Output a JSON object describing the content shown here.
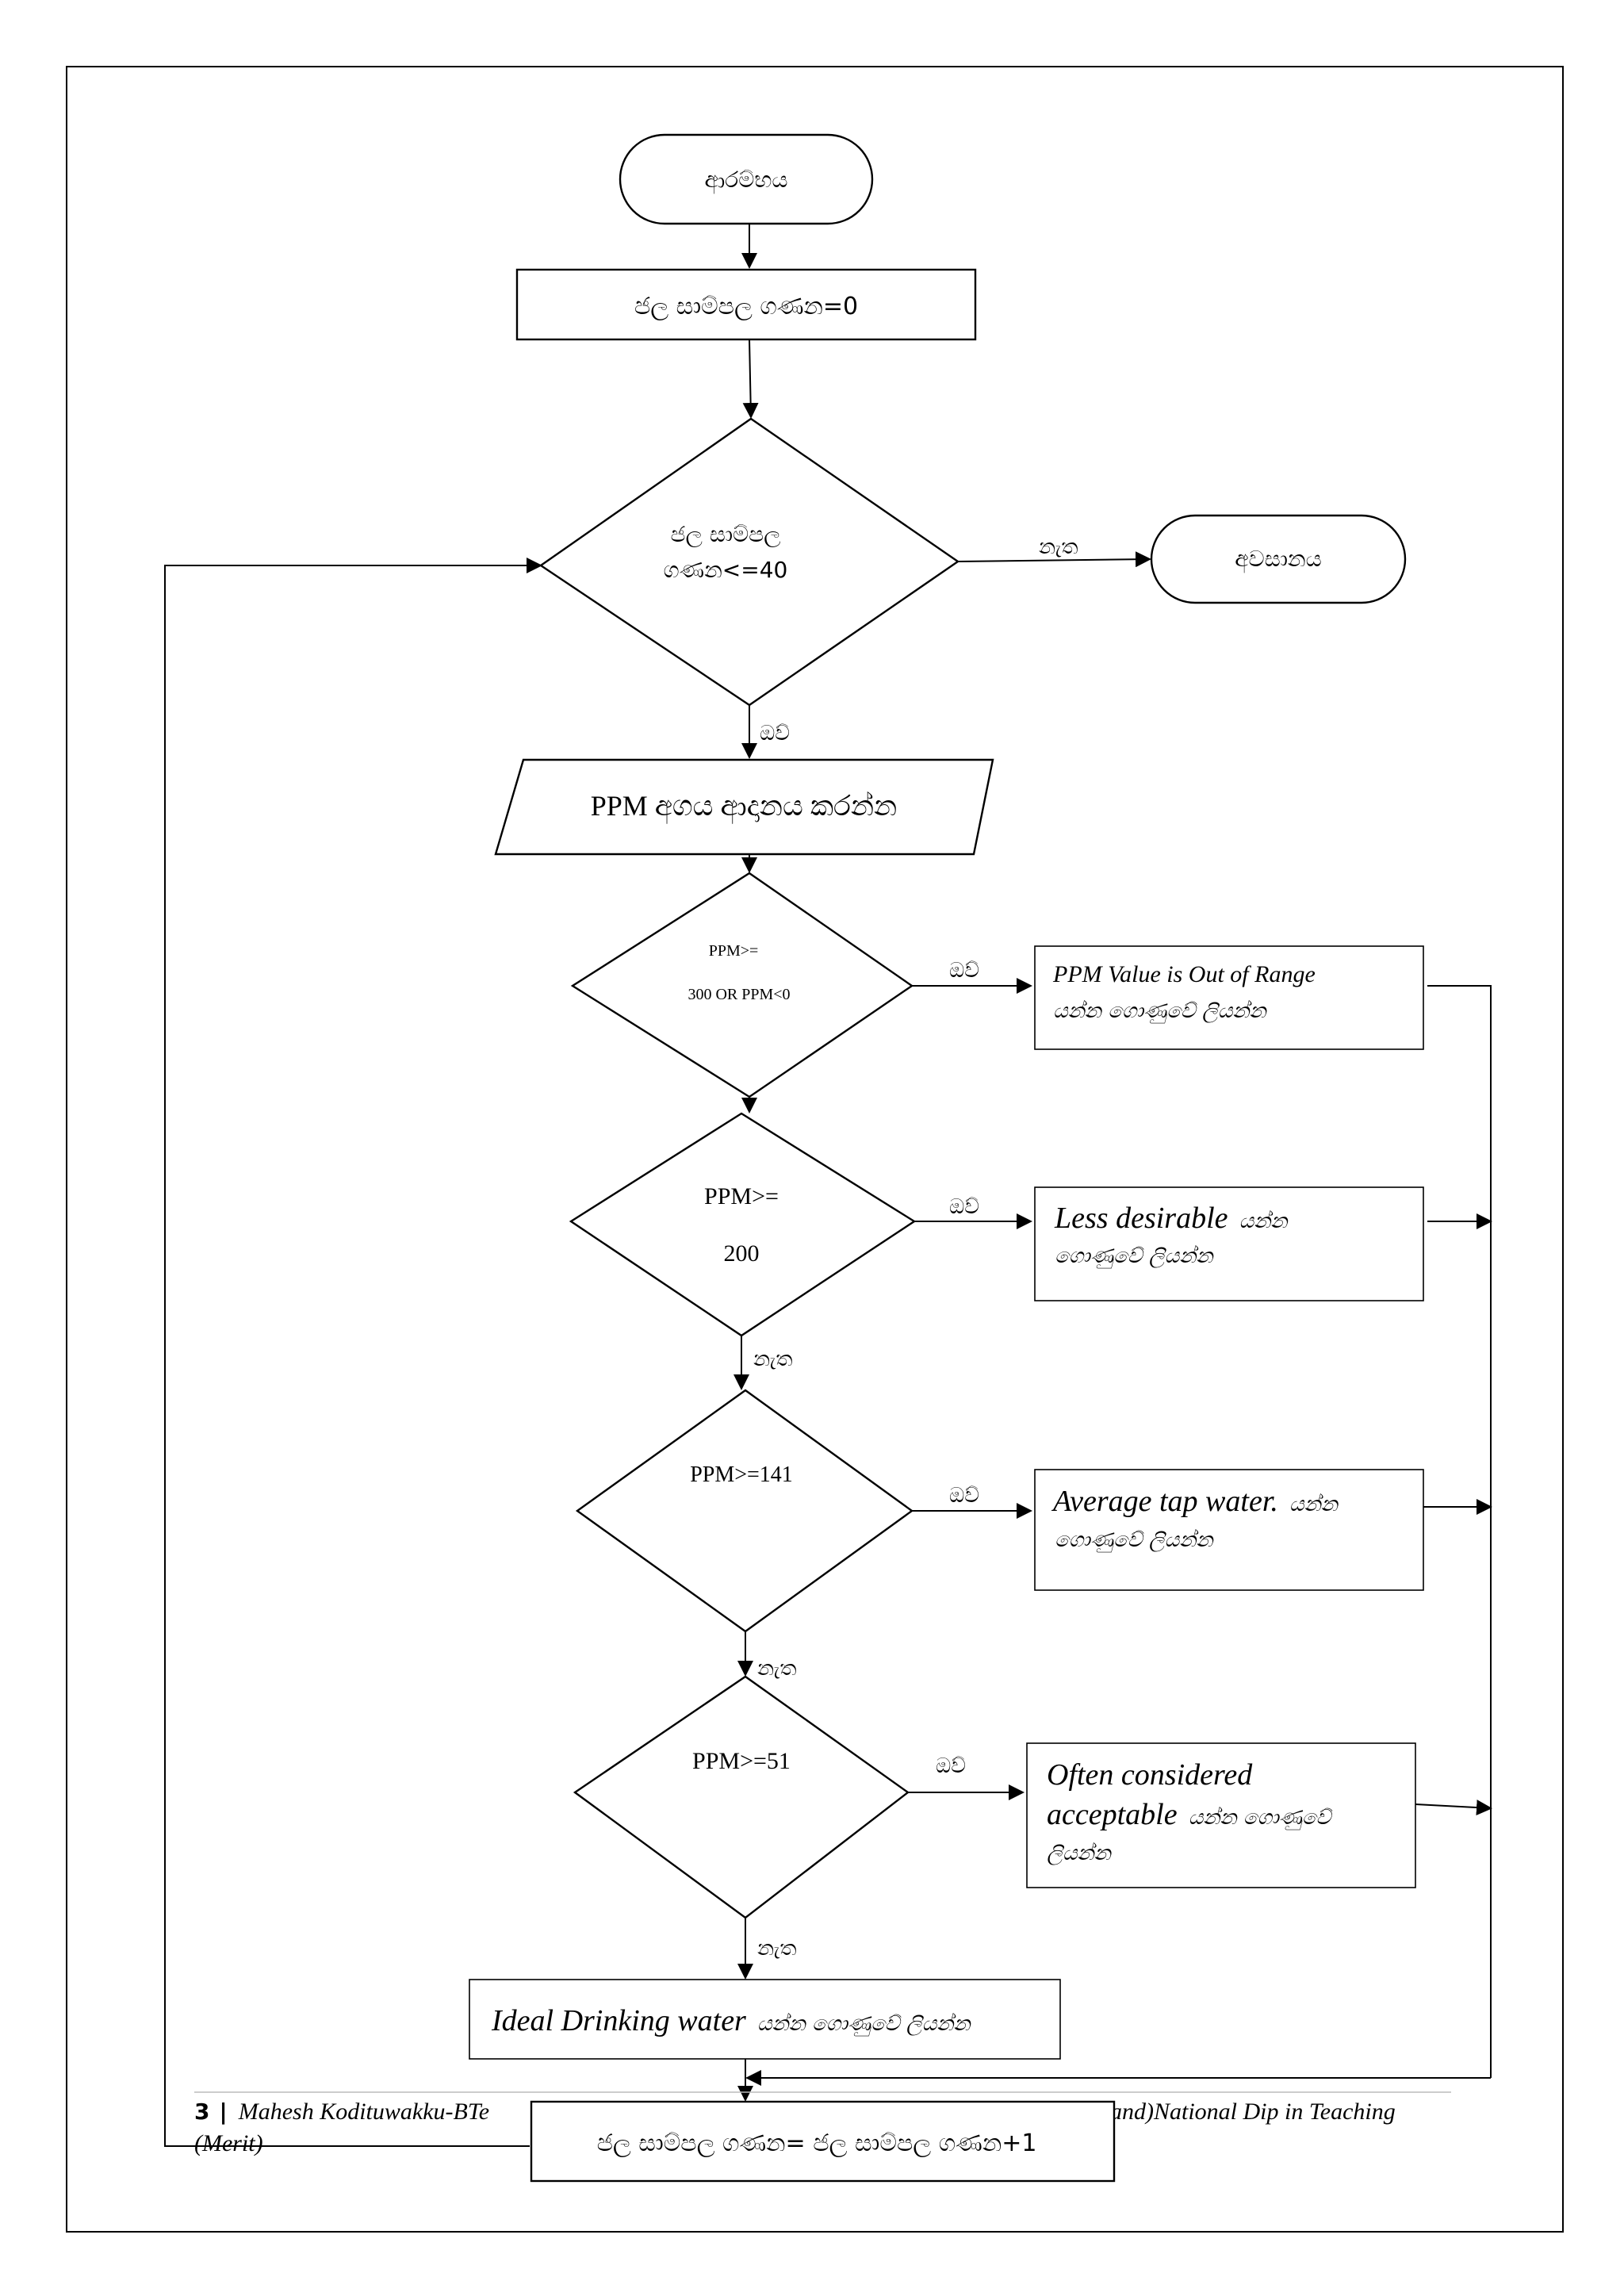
{
  "nodes": {
    "start": "ආරම්භය",
    "init": "ජල සාම්පල ගණන=0",
    "loop_cond_line1": "ජල සාම්පල",
    "loop_cond_line2": "ගණන<=40",
    "end": "අවසානය",
    "input_ppm": "PPM අගය ආදානය කරන්න",
    "cond_range_line1": "PPM>=",
    "cond_range_line2": "300 OR PPM<0",
    "out_range_line1": "PPM Value is Out of Range",
    "out_range_line2": "යන්න ගොණුවේ ලියන්න",
    "cond_200_line1": "PPM>=",
    "cond_200_line2": "200",
    "out_less_en": "Less desirable",
    "out_less_si": "යන්න",
    "out_less_line2": "ගොණුවේ ලියන්න",
    "cond_141": "PPM>=141",
    "out_avg_en": "Average tap water.",
    "out_avg_si": "යන්න",
    "out_avg_line2": "ගොණුවේ ලියන්න",
    "cond_51": "PPM>=51",
    "out_often_line1": "Often considered",
    "out_often_en": "acceptable",
    "out_often_si": "යන්න ගොණුවේ",
    "out_often_line3": "ලියන්න",
    "out_ideal_en": "Ideal Drinking water",
    "out_ideal_si": "යන්න ගොණුවේ ලියන්න",
    "increment": "ජල සාම්පල ගණන= ජල සාම්පල ගණන+1"
  },
  "edges": {
    "loop_no": "නැත",
    "loop_yes": "ඔව්",
    "range_yes": "ඔව්",
    "c200_yes": "ඔව්",
    "c200_no": "නැත",
    "c141_yes": "ඔව්",
    "c141_no": "නැත",
    "c51_yes": "ඔව්",
    "c51_no": "නැත"
  },
  "footer": {
    "page_number": "3",
    "separator": "|",
    "text_left": "Mahesh Kodituwakku-BTe",
    "text_right": "and)National Dip in Teaching",
    "text_line2": "(Merit)"
  }
}
